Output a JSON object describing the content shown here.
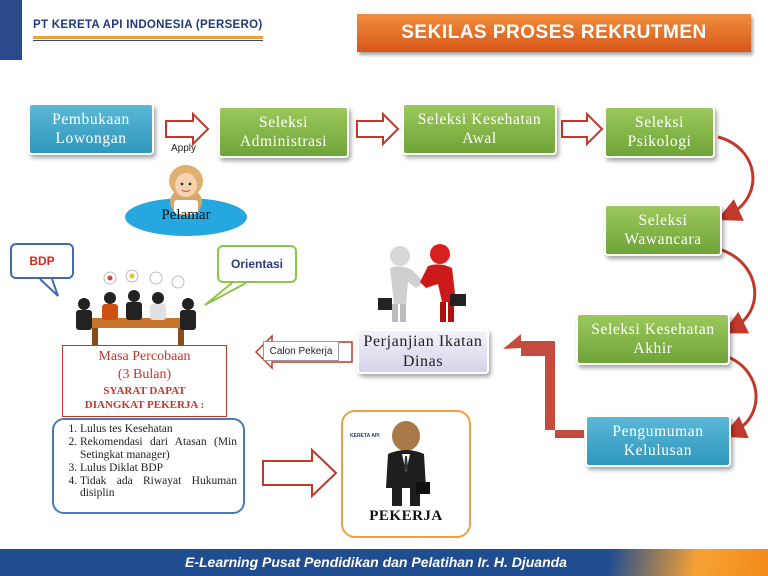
{
  "header": {
    "company": "PT KERETA API INDONESIA (PERSERO)",
    "title": "SEKILAS PROSES REKRUTMEN"
  },
  "steps": {
    "pembukaan": "Pembukaan Lowongan",
    "administrasi": "Seleksi Administrasi",
    "kesehatan_awal": "Seleksi Kesehatan Awal",
    "psikologi": "Seleksi Psikologi",
    "wawancara": "Seleksi Wawancara",
    "kesehatan_akhir": "Seleksi Kesehatan Akhir",
    "pengumuman": "Pengumuman Kelulusan",
    "perjanjian": "Perjanjian Ikatan Dinas"
  },
  "labels": {
    "apply": "Apply",
    "pelamar": "Pelamar",
    "bdp": "BDP",
    "orientasi": "Orientasi",
    "calon_pekerja": "Calon Pekerja",
    "pekerja": "PEKERJA",
    "kai_logo": "KERETA API"
  },
  "masa": {
    "title_line1": "Masa Percobaan",
    "title_line2": "(3 Bulan)",
    "syarat_line1": "SYARAT DAPAT",
    "syarat_line2": "DIANGKAT PEKERJA :"
  },
  "requirements": [
    "Lulus tes Kesehatan",
    "Rekomendasi dari Atasan (Min Setingkat manager)",
    "Lulus Diklat BDP",
    "Tidak ada Riwayat Hukuman disiplin"
  ],
  "footer": {
    "text": "E-Learning Pusat Pendidikan dan Pelatihan Ir. H. Djuanda"
  },
  "colors": {
    "blue_step": "#3aa6c9",
    "green_step": "#84b84a",
    "title_orange": "#e8702a",
    "arrow_red": "#c0392b",
    "footer_blue": "#1f4d8f"
  }
}
